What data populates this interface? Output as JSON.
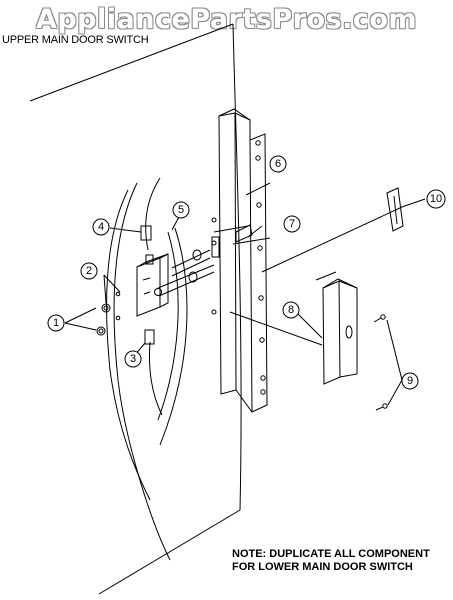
{
  "watermark": "AppliancePartsPros.com",
  "title": "UPPER MAIN DOOR SWITCH",
  "note": {
    "line1": "NOTE: DUPLICATE ALL COMPONENT",
    "line2": "FOR LOWER MAIN DOOR SWITCH"
  },
  "callouts": {
    "c1": "1",
    "c2": "2",
    "c3": "3",
    "c4": "4",
    "c5": "5",
    "c6": "6",
    "c7": "7",
    "c8": "8",
    "c9": "9",
    "c10": "10"
  }
}
